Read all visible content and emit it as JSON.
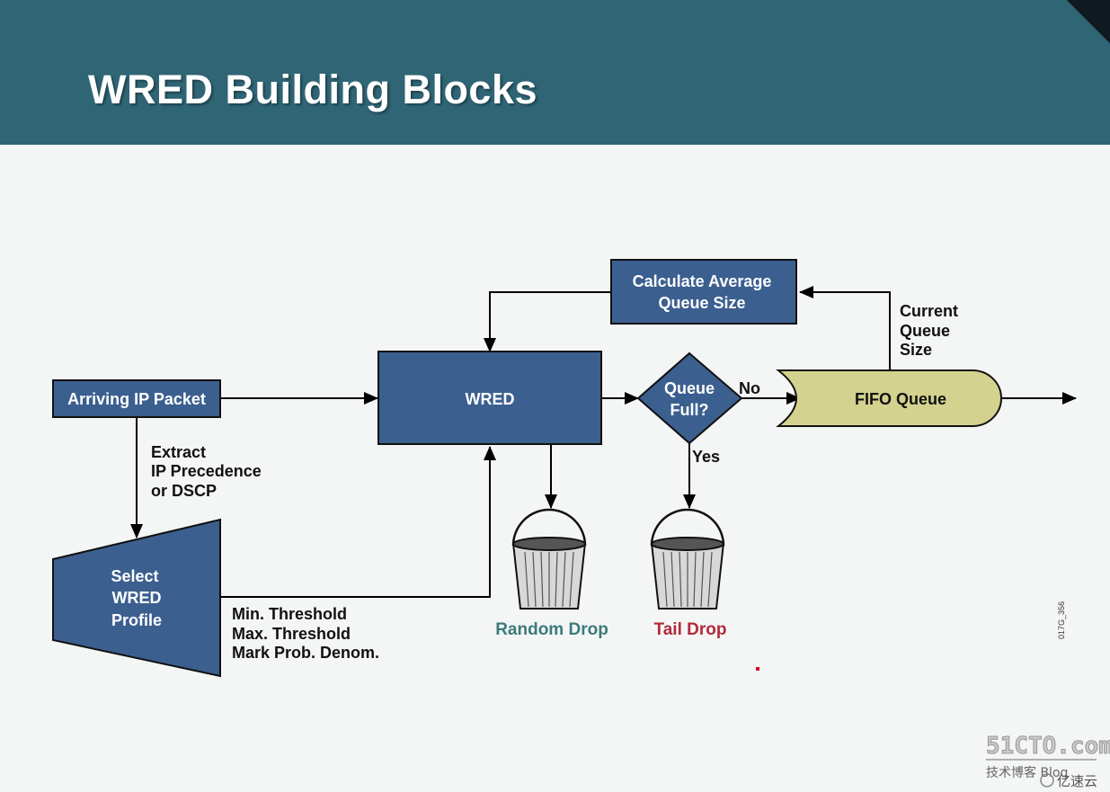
{
  "header": {
    "title": "WRED Building Blocks"
  },
  "colors": {
    "header_bg": "#2f6575",
    "box_fill": "#3b5f8f",
    "fifo_fill": "#d4d28f",
    "random_drop": "#3c7a7a",
    "tail_drop": "#b22a3a"
  },
  "diagram": {
    "arriving_packet": "Arriving IP Packet",
    "wred": "WRED",
    "calc_avg_line1": "Calculate Average",
    "calc_avg_line2": "Queue Size",
    "queue_full_line1": "Queue",
    "queue_full_line2": "Full?",
    "fifo_queue": "FIFO Queue",
    "select_profile_line1": "Select",
    "select_profile_line2": "WRED",
    "select_profile_line3": "Profile",
    "extract_line1": "Extract",
    "extract_line2": "IP Precedence",
    "extract_line3": "or DSCP",
    "current_size_line1": "Current",
    "current_size_line2": "Queue",
    "current_size_line3": "Size",
    "no_label": "No",
    "yes_label": "Yes",
    "threshold_line1": "Min. Threshold",
    "threshold_line2": "Max. Threshold",
    "threshold_line3": "Mark Prob. Denom.",
    "random_drop": "Random Drop",
    "tail_drop": "Tail Drop",
    "figure_id": "017G_356"
  },
  "watermark": {
    "site": "51CTO.com",
    "line2": "技术博客  Blog",
    "brand": "亿速云"
  }
}
